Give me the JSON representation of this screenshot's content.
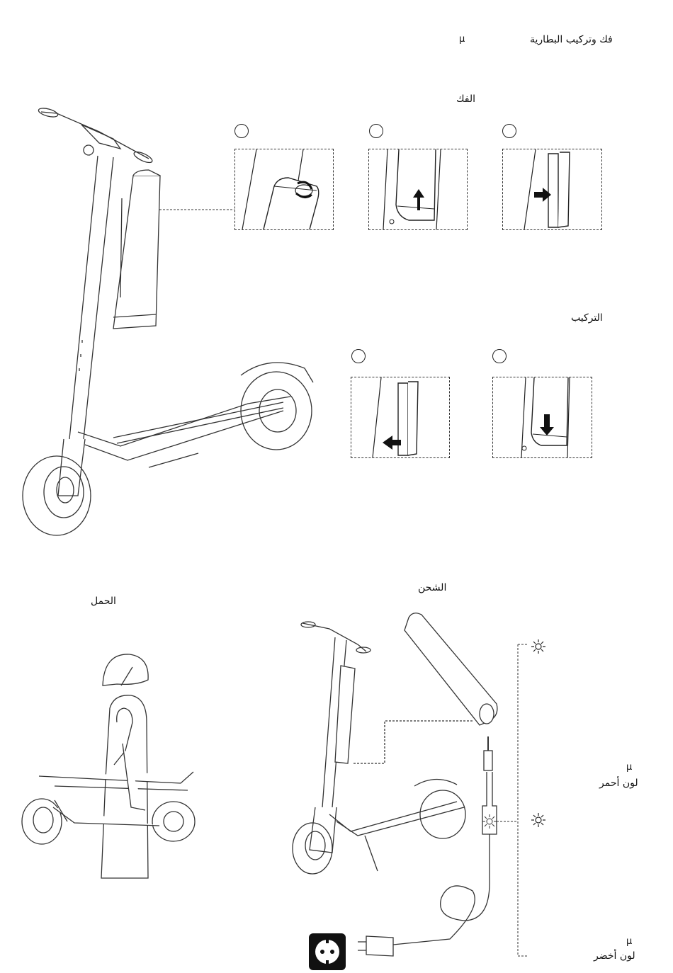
{
  "header": {
    "title": "فك وتركيب البطارية",
    "mu": "µ"
  },
  "removal": {
    "label": "الفك"
  },
  "installation": {
    "label": "التركيب"
  },
  "carrying": {
    "label": "الحمل"
  },
  "charging": {
    "label": "الشحن",
    "red_mu": "µ",
    "red_label": "لون أحمر",
    "green_mu": "µ",
    "green_label": "لون أخضر"
  }
}
